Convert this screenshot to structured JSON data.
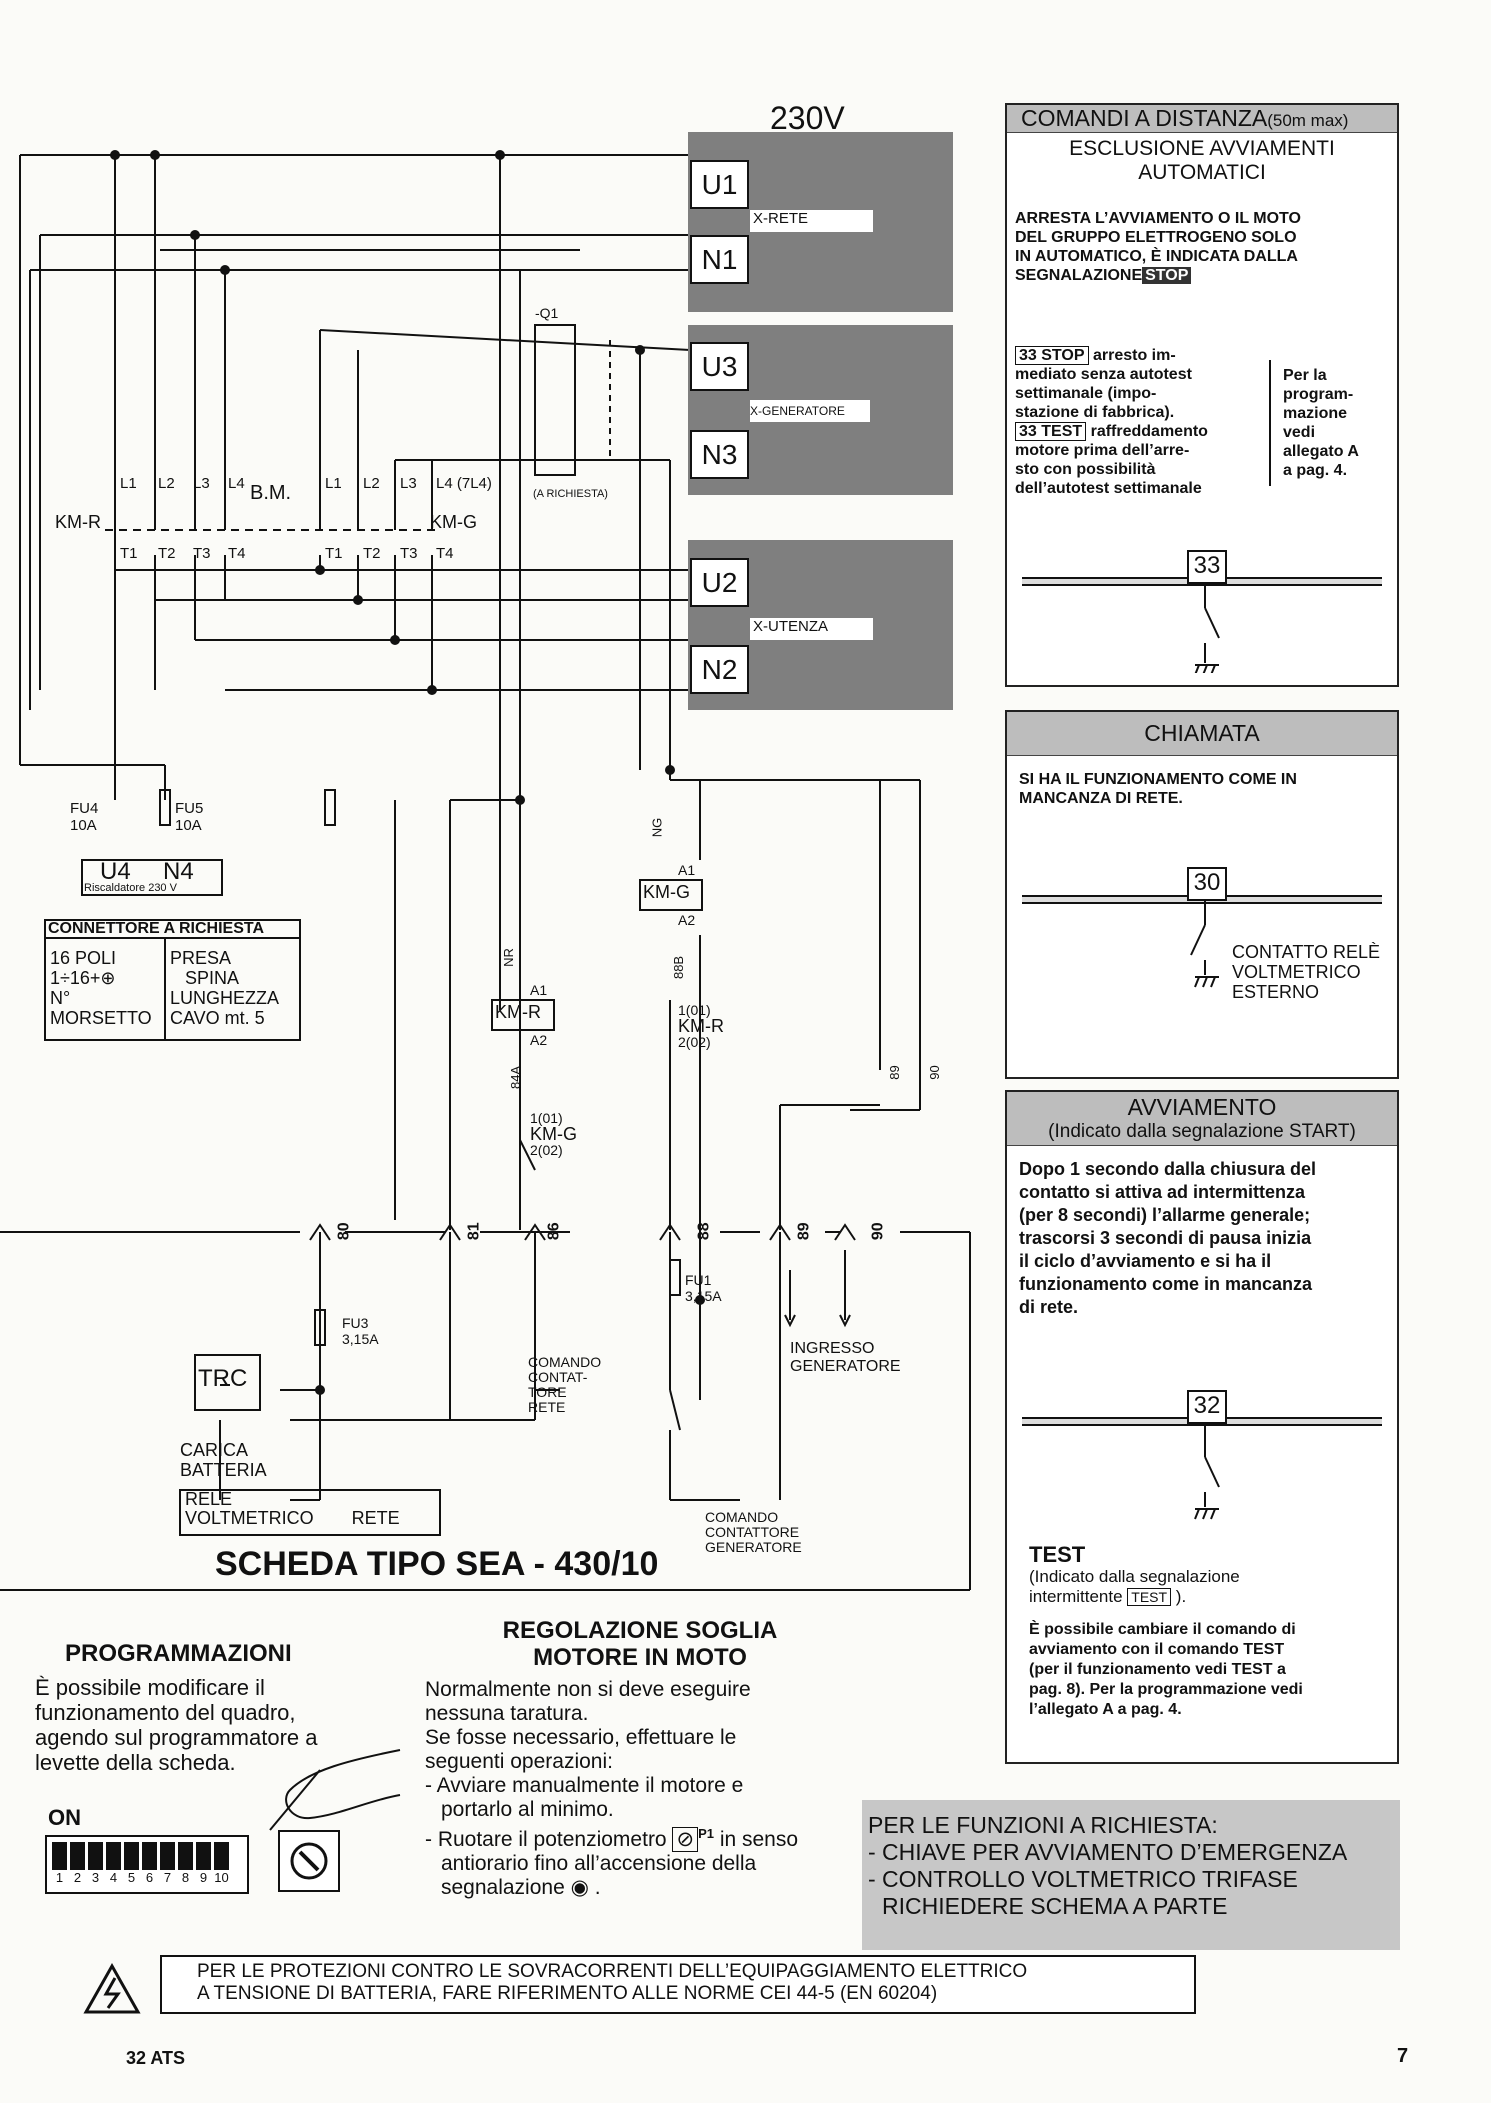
{
  "voltage": "230V",
  "terminals": {
    "rete": [
      "U1",
      "N1"
    ],
    "rete_label": "X-RETE",
    "generatore": [
      "U3",
      "N3"
    ],
    "generatore_label": "X-GENERATORE",
    "utenza": [
      "U2",
      "N2"
    ],
    "utenza_label": "X-UTENZA"
  },
  "breaker": {
    "name": "-Q1",
    "note": "(A RICHIESTA)"
  },
  "contactors": {
    "kmr_poles": [
      "L1",
      "L2",
      "L3",
      "L4"
    ],
    "kmr_out": [
      "T1",
      "T2",
      "T3",
      "T4"
    ],
    "bm": "B.M.",
    "kmg_poles": [
      "L1",
      "L2",
      "L3",
      "L4 (7L4)"
    ],
    "kmg_out": [
      "T1",
      "T2",
      "T3",
      "T4"
    ],
    "kmr": "KM-R",
    "kmg": "KM-G"
  },
  "fuses": {
    "fu4": [
      "FU4",
      "10A"
    ],
    "fu5": [
      "FU5",
      "10A"
    ],
    "fu3": [
      "FU3",
      "3,15A"
    ],
    "fu1": [
      "FU1",
      "3,15A"
    ]
  },
  "heater": {
    "u4": "U4",
    "n4": "N4",
    "label": "Riscaldatore 230 V"
  },
  "connector": {
    "title": "CONNETTORE A RICHIESTA",
    "left1": "16 POLI",
    "left2": "1÷16+⊕",
    "left3": "N°",
    "left4": "MORSETTO",
    "right1": "PRESA",
    "right2": "SPINA",
    "right3": "LUNGHEZZA",
    "right4": "CAVO mt. 5"
  },
  "wires": {
    "ng": "NG",
    "nr": "NR",
    "w88b": "88B",
    "w84a": "84A",
    "w89": "89",
    "w90": "90",
    "a1": "A1",
    "a2": "A2",
    "kmg_coil": "KM-G",
    "kmr_coil": "KM-R",
    "kmr_contact": [
      "1(01)",
      "KM-R",
      "2(02)"
    ],
    "kmg_contact": [
      "1(01)",
      "KM-G",
      "2(02)"
    ],
    "terms": [
      "80",
      "81",
      "86",
      "88",
      "89",
      "90"
    ]
  },
  "trc": "TRC",
  "carica": [
    "CARICA",
    "BATTERIA"
  ],
  "rele": [
    "RELÈ",
    "VOLTMETRICO",
    "RETE"
  ],
  "comando_contattore_rete": [
    "COMANDO",
    "CONTAT-",
    "TORE",
    "RETE"
  ],
  "ingresso": [
    "INGRESSO",
    "GENERATORE"
  ],
  "comando_contattore_gen": [
    "COMANDO",
    "CONTATTORE",
    "GENERATORE"
  ],
  "board_title": "SCHEDA TIPO SEA - 430/10",
  "panel_comandi": {
    "title": "COMANDI A DISTANZA",
    "title_small": "(50m max)",
    "subtitle": [
      "ESCLUSIONE AVVIAMENTI",
      "AUTOMATICI"
    ],
    "text": [
      "ARRESTA L’AVVIAMENTO O IL MOTO",
      "DEL GRUPPO ELETTROGENO SOLO",
      "IN AUTOMATICO, È INDICATA DALLA",
      "SEGNALAZIONE"
    ],
    "stop_badge": "STOP",
    "stop_label": "33 STOP",
    "stop_text": [
      " arresto im-",
      "mediato senza autotest",
      "settimanale (impo-",
      "stazione di fabbrica)."
    ],
    "test_label": "33 TEST",
    "test_text": [
      " raffreddamento",
      "motore prima dell’arre-",
      "sto con possibilità",
      "dell’autotest settimanale"
    ],
    "side": [
      "Per la",
      "program-",
      "mazione",
      "vedi",
      "allegato A",
      "a pag. 4."
    ],
    "terminal": "33"
  },
  "panel_chiamata": {
    "title": "CHIAMATA",
    "text": [
      "SI HA IL FUNZIONAMENTO COME IN",
      "MANCANZA DI RETE."
    ],
    "terminal": "30",
    "contact": [
      "CONTATTO RELÈ",
      "VOLTMETRICO",
      "ESTERNO"
    ]
  },
  "panel_avviamento": {
    "title": "AVVIAMENTO",
    "subtitle": "(Indicato dalla segnalazione  START)",
    "text": [
      "Dopo 1 secondo dalla chiusura del",
      "contatto si attiva ad intermittenza",
      "(per 8 secondi) l’allarme generale;",
      "trascorsi 3 secondi di pausa inizia",
      "il ciclo d’avviamento e si ha il",
      "funzionamento come in mancanza",
      "di rete."
    ],
    "terminal": "32",
    "test_title": "TEST",
    "test_sub1": "(Indicato dalla segnalazione",
    "test_sub2": "intermittente",
    "test_badge": "TEST",
    "test_sub3": ").",
    "test_text": [
      "È possibile cambiare il comando di",
      "avviamento con il comando TEST",
      "(per il funzionamento vedi TEST a",
      "pag. 8). Per la programmazione vedi",
      "l’allegato A a pag. 4."
    ]
  },
  "programmazioni": {
    "title": "PROGRAMMAZIONI",
    "text": [
      "È possibile modificare il",
      "funzionamento del quadro,",
      "agendo sul  programmatore a",
      "levette della scheda."
    ],
    "on": "ON",
    "dip_numbers": [
      "1",
      "2",
      "3",
      "4",
      "5",
      "6",
      "7",
      "8",
      "9",
      "10"
    ]
  },
  "regolazione": {
    "title": [
      "REGOLAZIONE SOGLIA",
      "MOTORE IN MOTO"
    ],
    "text": [
      "Normalmente non si deve eseguire",
      "nessuna taratura.",
      "Se fosse necessario, effettuare le",
      "seguenti operazioni:",
      "- Avviare manualmente il motore e",
      "  portarlo al minimo.",
      "- Ruotare il potenziometro",
      "  antiorario fino all’accensione della",
      "  segnalazione"
    ],
    "p1": "P1",
    "in_senso": "in senso"
  },
  "funzioni": [
    "PER LE FUNZIONI A RICHIESTA:",
    "- CHIAVE PER AVVIAMENTO D’EMERGENZA",
    "- CONTROLLO VOLTMETRICO  TRIFASE",
    "  RICHIEDERE SCHEMA A PARTE"
  ],
  "warning": [
    "PER LE PROTEZIONI CONTRO LE SOVRACORRENTI DELL’EQUIPAGGIAMENTO ELETTRICO",
    "A  TENSIONE  DI  BATTERIA,  FARE  RIFERIMENTO  ALLE  NORME  CEI  44-5  (EN  60204)"
  ],
  "footer_left": "32 ATS",
  "page_number": "7"
}
